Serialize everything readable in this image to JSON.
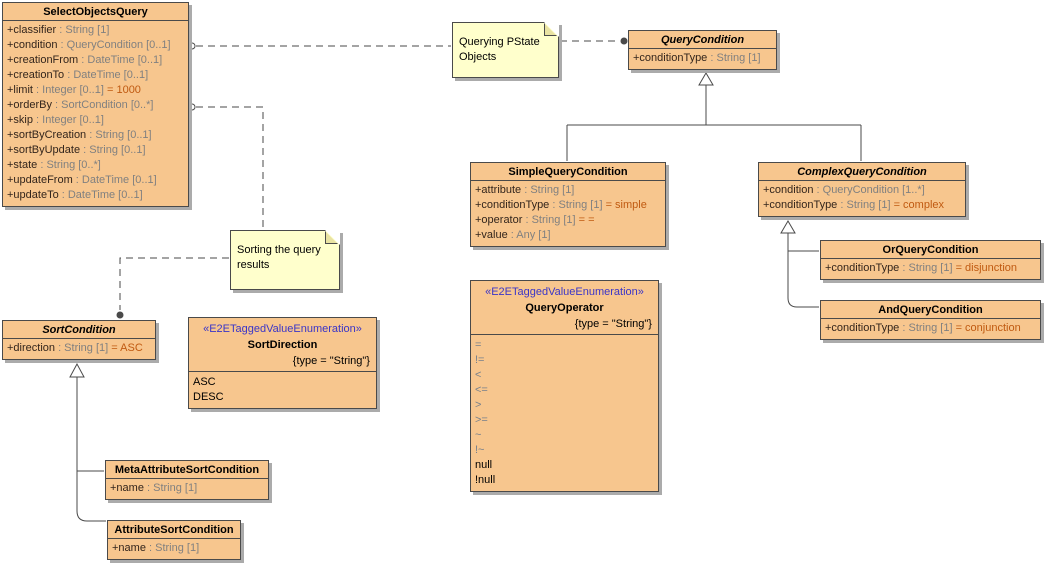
{
  "colors": {
    "background": "#FFFFFF",
    "box-fill": "#F7C68E",
    "box-stroke": "#4A4A4A",
    "box-shadow": "#ABABAB",
    "note-fill": "#FFFFCC",
    "stereotype-text": "#3A35C8",
    "attr-name-text": "#33251C",
    "attr-type-text": "#808080",
    "attr-default-text": "#C05A11",
    "literal-muted-text": "#77808C",
    "line": "#4A4A4A",
    "title-text": "#000000"
  },
  "classes": {
    "soq": {
      "name": "SelectObjectsQuery",
      "attrs": [
        {
          "n": "+classifier",
          "t": " : String [1]",
          "d": ""
        },
        {
          "n": "+condition",
          "t": " : QueryCondition [0..1]",
          "d": ""
        },
        {
          "n": "+creationFrom",
          "t": " : DateTime [0..1]",
          "d": ""
        },
        {
          "n": "+creationTo",
          "t": " : DateTime [0..1]",
          "d": ""
        },
        {
          "n": "+limit",
          "t": " : Integer [0..1]",
          "d": " = 1000"
        },
        {
          "n": "+orderBy",
          "t": " : SortCondition [0..*]",
          "d": ""
        },
        {
          "n": "+skip",
          "t": " : Integer [0..1]",
          "d": ""
        },
        {
          "n": "+sortByCreation",
          "t": " : String [0..1]",
          "d": ""
        },
        {
          "n": "+sortByUpdate",
          "t": " : String [0..1]",
          "d": ""
        },
        {
          "n": "+state",
          "t": " : String [0..*]",
          "d": ""
        },
        {
          "n": "+updateFrom",
          "t": " : DateTime [0..1]",
          "d": ""
        },
        {
          "n": "+updateTo",
          "t": " : DateTime [0..1]",
          "d": ""
        }
      ]
    },
    "qc": {
      "name": "QueryCondition",
      "attrs": [
        {
          "n": "+conditionType",
          "t": " : String [1]",
          "d": ""
        }
      ]
    },
    "sqc": {
      "name": "SimpleQueryCondition",
      "attrs": [
        {
          "n": "+attribute",
          "t": " : String [1]",
          "d": ""
        },
        {
          "n": "+conditionType",
          "t": " : String [1]",
          "d": " = simple"
        },
        {
          "n": "+operator",
          "t": " : String [1]",
          "d": " = ="
        },
        {
          "n": "+value",
          "t": " : Any [1]",
          "d": ""
        }
      ]
    },
    "cqc": {
      "name": "ComplexQueryCondition",
      "attrs": [
        {
          "n": "+condition",
          "t": " : QueryCondition [1..*]",
          "d": ""
        },
        {
          "n": "+conditionType",
          "t": " : String [1]",
          "d": " = complex"
        }
      ]
    },
    "oqc": {
      "name": "OrQueryCondition",
      "attrs": [
        {
          "n": "+conditionType",
          "t": " : String [1]",
          "d": " = disjunction"
        }
      ]
    },
    "aqc": {
      "name": "AndQueryCondition",
      "attrs": [
        {
          "n": "+conditionType",
          "t": " : String [1]",
          "d": " = conjunction"
        }
      ]
    },
    "sc": {
      "name": "SortCondition",
      "attrs": [
        {
          "n": "+direction",
          "t": " : String [1]",
          "d": " = ASC"
        }
      ]
    },
    "masc": {
      "name": "MetaAttributeSortCondition",
      "attrs": [
        {
          "n": "+name",
          "t": " : String [1]",
          "d": ""
        }
      ]
    },
    "asc": {
      "name": "AttributeSortCondition",
      "attrs": [
        {
          "n": "+name",
          "t": " : String [1]",
          "d": ""
        }
      ]
    }
  },
  "enums": {
    "sd": {
      "stereotype": "«E2ETaggedValueEnumeration»",
      "name": "SortDirection",
      "constraint": "{type = \"String\"}",
      "literals": [
        "ASC",
        "DESC"
      ]
    },
    "qo": {
      "stereotype": "«E2ETaggedValueEnumeration»",
      "name": "QueryOperator",
      "constraint": "{type = \"String\"}",
      "literals": [
        "=",
        "!=",
        "<",
        "<=",
        ">",
        ">=",
        "~",
        "!~",
        "null",
        "!null"
      ]
    }
  },
  "notes": {
    "n1": {
      "lines": [
        "Querying PState",
        "Objects"
      ]
    },
    "n2": {
      "lines": [
        "Sorting the query",
        "results"
      ]
    }
  }
}
